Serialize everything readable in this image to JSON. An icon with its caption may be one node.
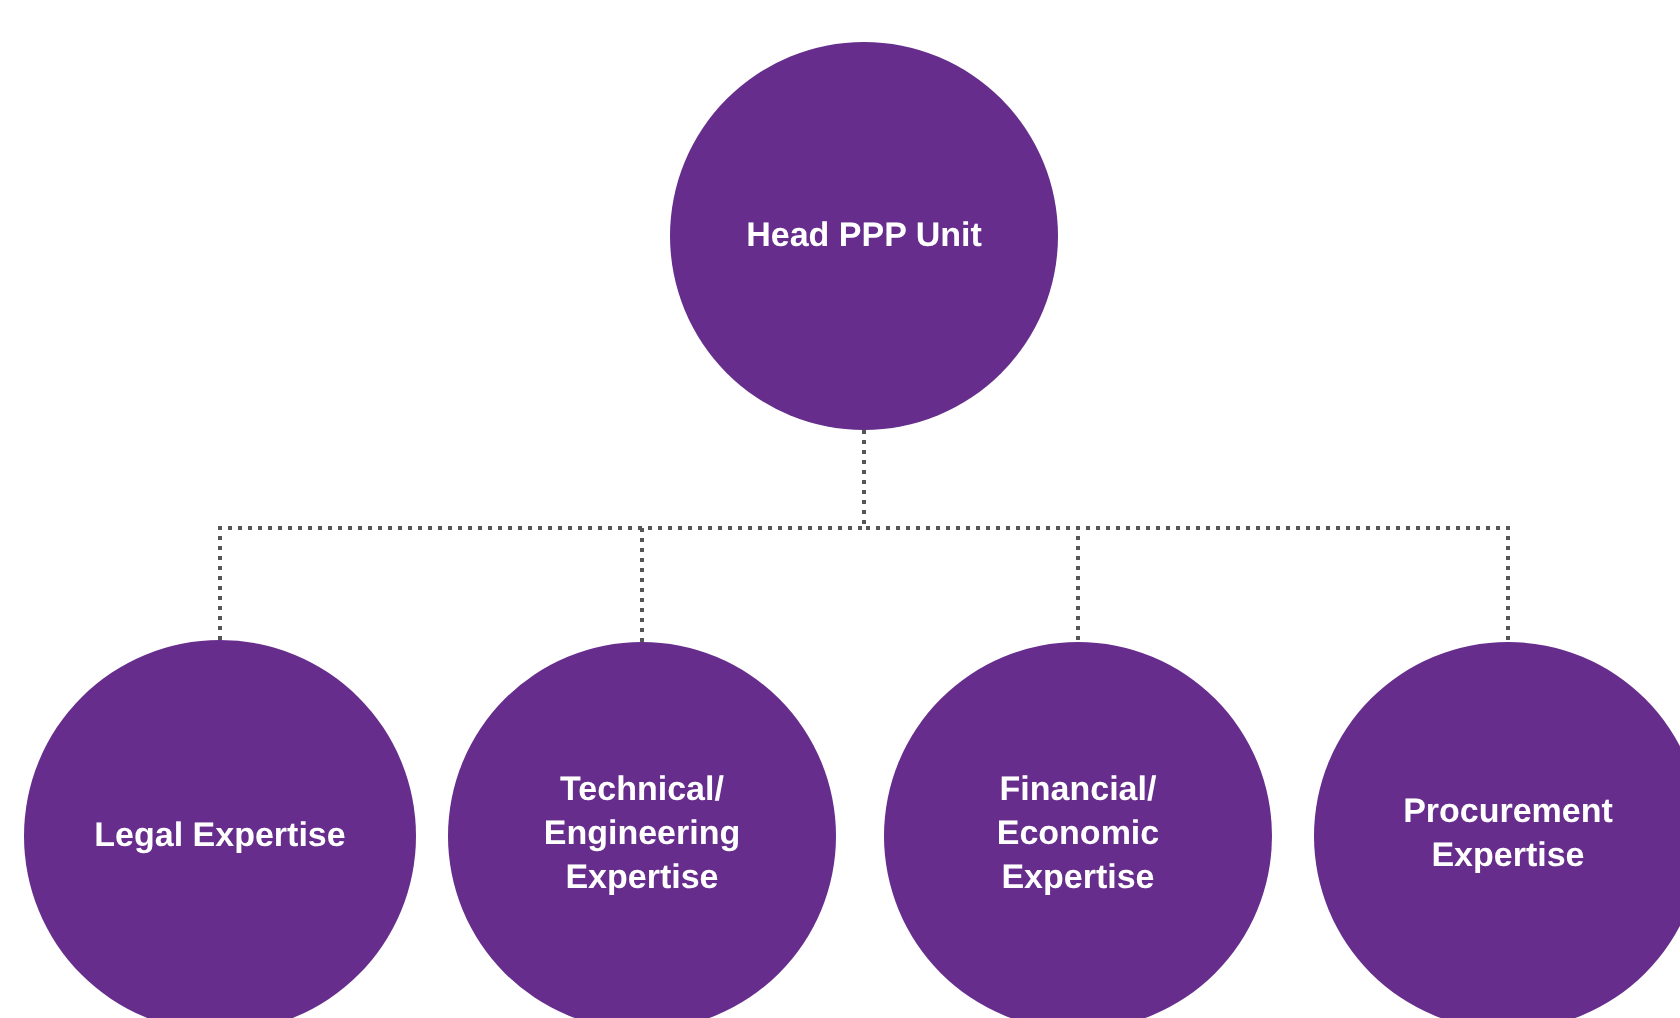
{
  "diagram": {
    "nodes": [
      {
        "text": [
          "Head PPP Unit"
        ]
      },
      {
        "text": [
          "Legal Expertise"
        ]
      },
      {
        "text": [
          "Technical/ Engineering Expertise"
        ]
      },
      {
        "text": [
          "Financial/ Economic Expertise"
        ]
      },
      {
        "text": [
          "Procurement Expertise"
        ]
      }
    ],
    "edges": [
      {
        "from": 0,
        "to": 1,
        "arrow": "none",
        "style": "dashed"
      },
      {
        "from": 0,
        "to": 2,
        "arrow": "none",
        "style": "dashed"
      },
      {
        "from": 0,
        "to": 3,
        "arrow": "none",
        "style": "dashed"
      },
      {
        "from": 0,
        "to": 4,
        "arrow": "none",
        "style": "dashed"
      }
    ]
  }
}
